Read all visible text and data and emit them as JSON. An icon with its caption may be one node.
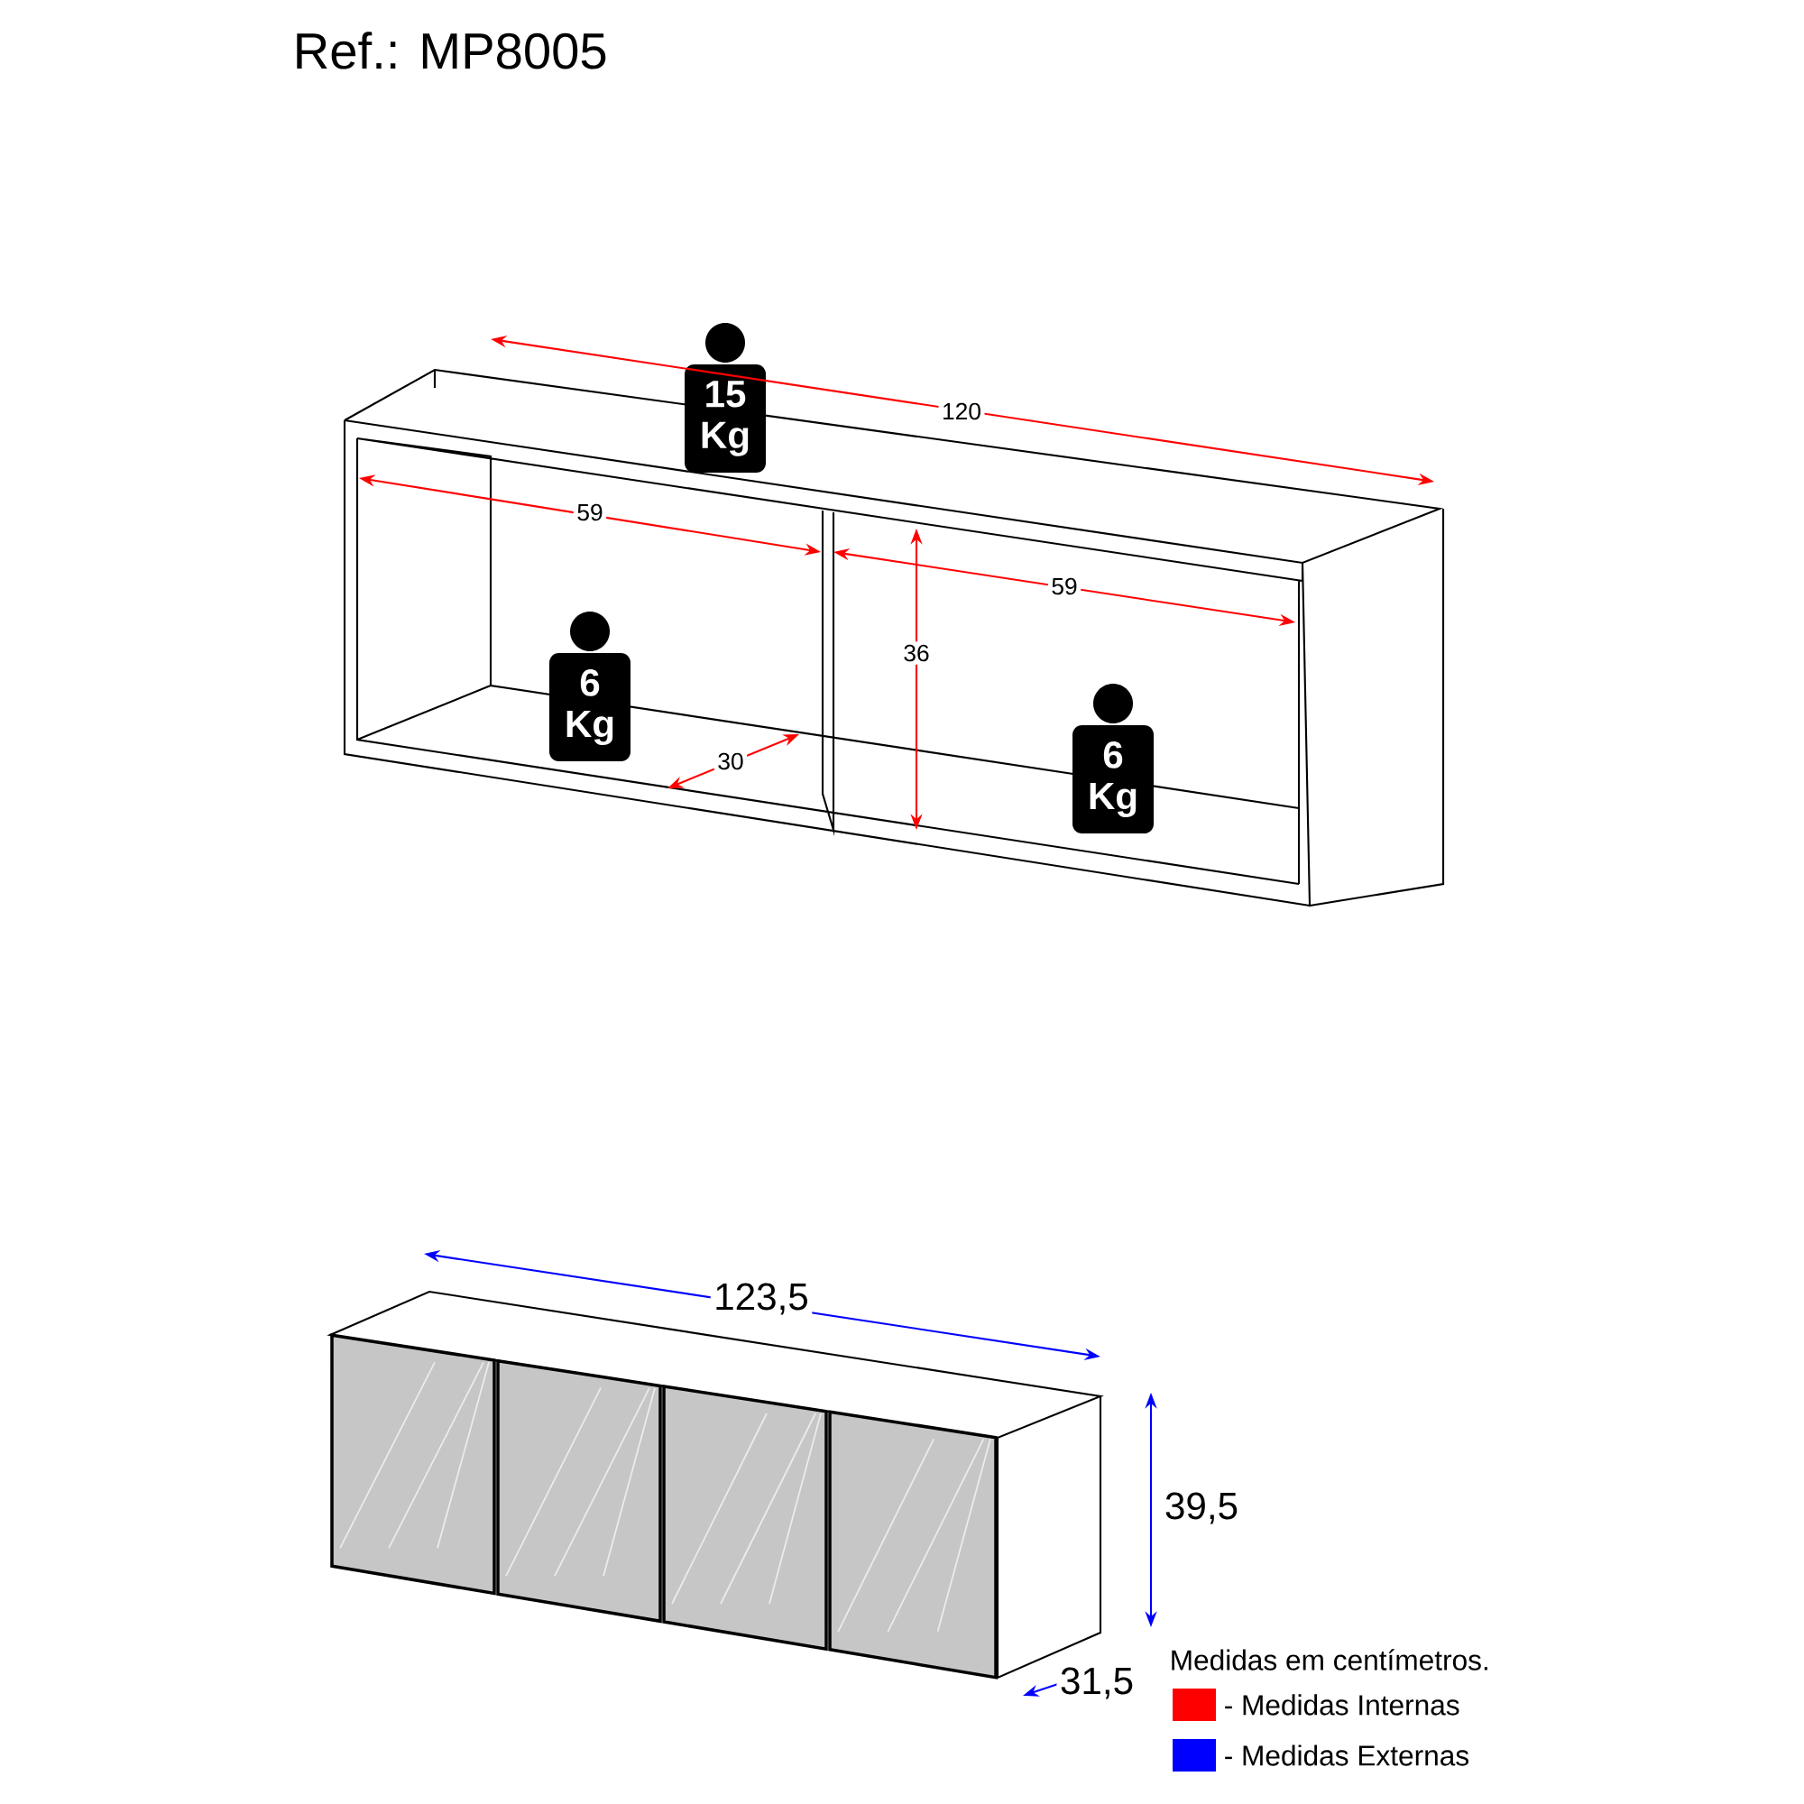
{
  "diagram": {
    "title": "Ref.: MP8005",
    "nodes": [
      {
        "text": [
          "15 Kg"
        ]
      },
      {
        "text": [
          "6 Kg"
        ]
      },
      {
        "text": [
          "6 Kg"
        ]
      }
    ],
    "edges": [],
    "labels": [
      "120",
      "59",
      "59",
      "36",
      "30",
      "123,5",
      "39,5",
      "31,5",
      "Medidas em centímetros."
    ],
    "legend": [
      {
        "text": "- Medidas Internas",
        "color": "#ff0000"
      },
      {
        "text": "- Medidas Externas",
        "color": "#0000ff"
      }
    ]
  }
}
